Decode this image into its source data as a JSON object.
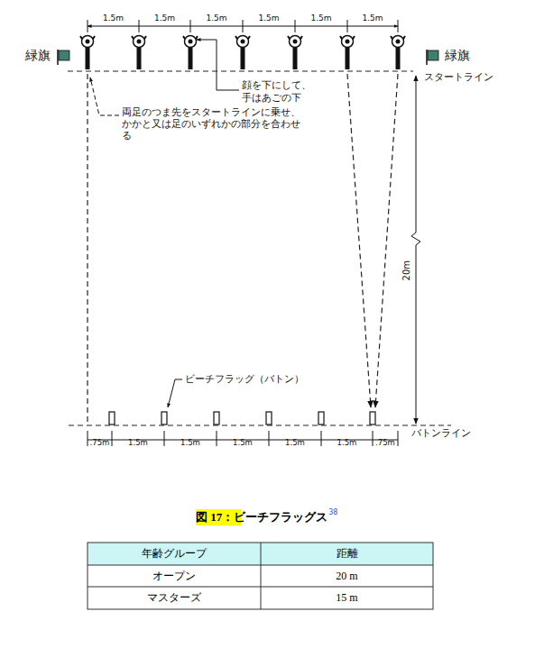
{
  "diagram": {
    "caption": "図 17：ビーチフラッグス",
    "labels": [
      "1.5m",
      "1.5m",
      "1.5m",
      "1.5m",
      "1.5m",
      "1.5m",
      "緑旗",
      "緑旗",
      "顔を下にして、 手はあごの下",
      "両足のつま先をスタートラインに乗せ、 かかと又は足のいずれかの部分を合わせる",
      "スタートライン",
      "20m",
      "ビーチフラッグ（バトン）",
      ".75m",
      "1.5m",
      "1.5m",
      "1.5m",
      "1.5m",
      "1.5m",
      ".75m",
      "バトンライン",
      "38",
      "年齢グループ",
      "距離",
      "オープン",
      "20 m",
      "マスターズ",
      "15 m"
    ]
  }
}
